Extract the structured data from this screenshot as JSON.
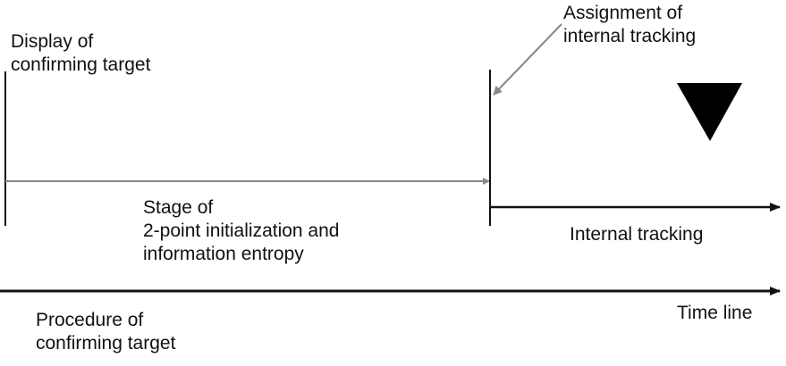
{
  "labels": {
    "display_target": [
      "Display of",
      "confirming target"
    ],
    "assignment": [
      "Assignment of",
      "internal tracking"
    ],
    "stage": [
      "Stage of",
      "2-point initialization and",
      "information entropy"
    ],
    "internal_tracking": "Internal tracking",
    "time_line": "Time line",
    "procedure": [
      "Procedure of",
      "confirming target"
    ]
  },
  "colors": {
    "line": "#111111",
    "gray_arrow": "#888888",
    "marker": "#000000"
  },
  "icons": {
    "marker": "down-triangle-icon"
  }
}
